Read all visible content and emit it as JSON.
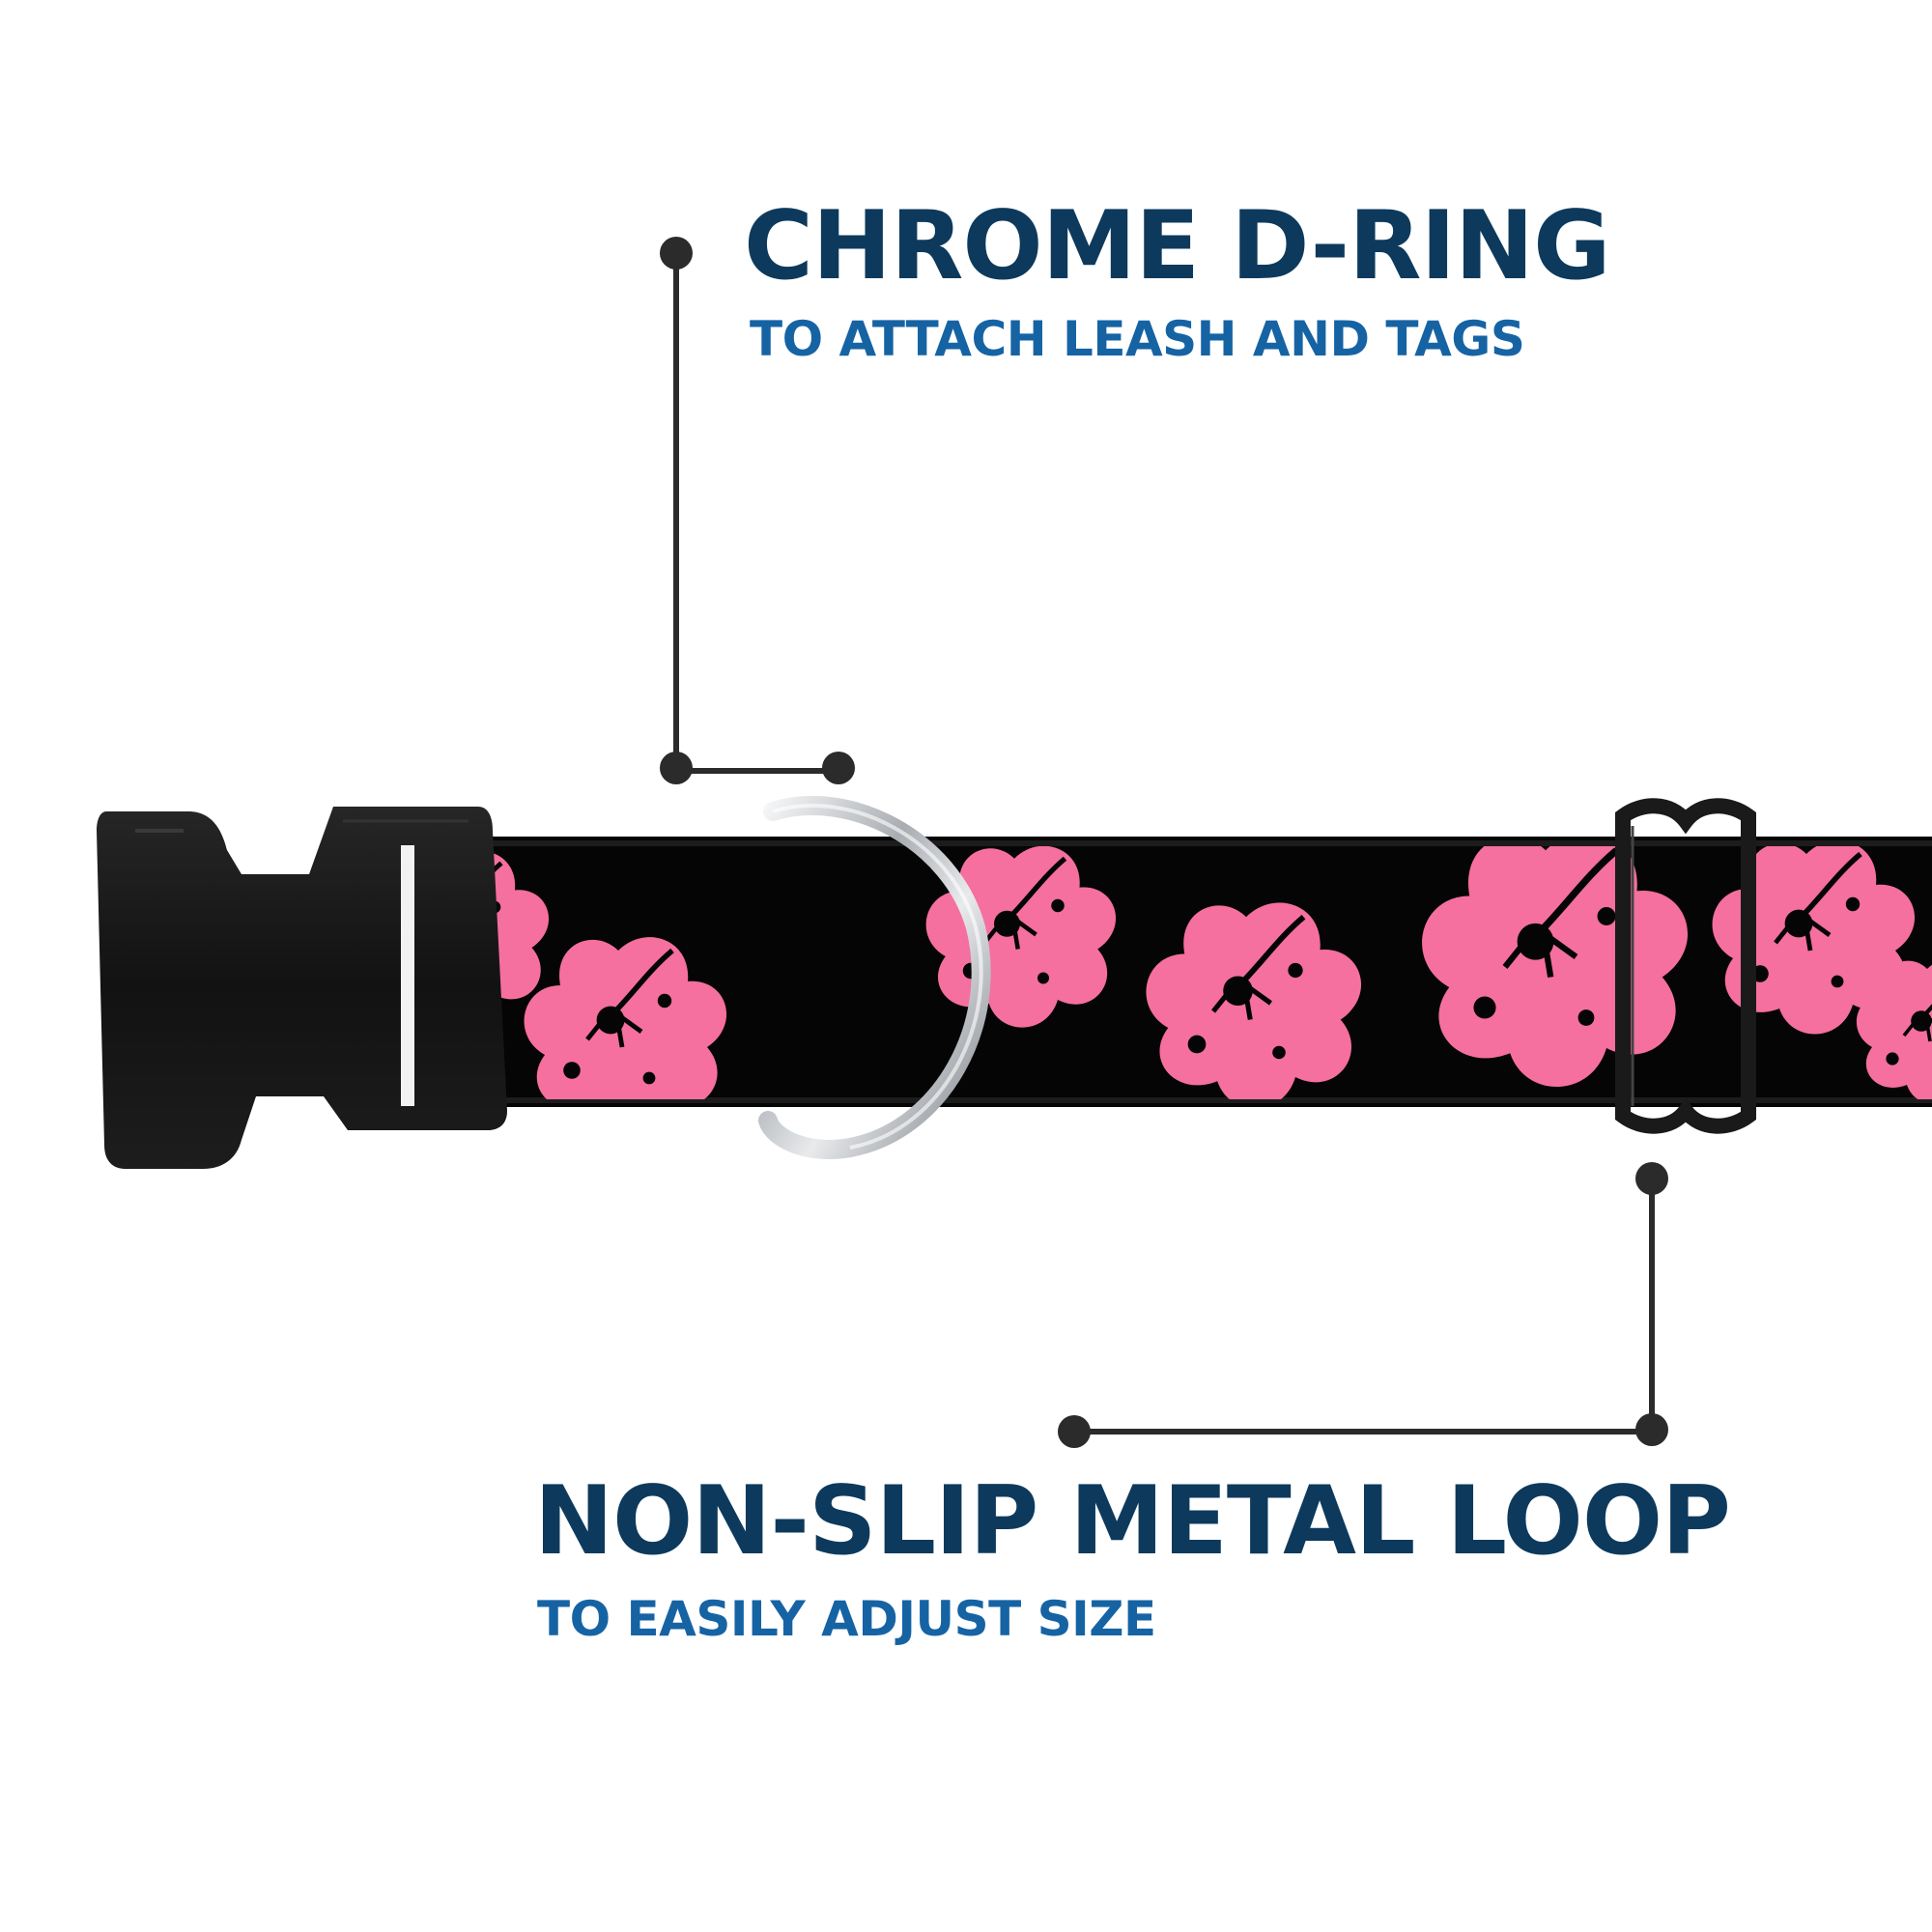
{
  "callouts": {
    "d_ring": {
      "title": "CHROME D-RING",
      "subtitle": "TO ATTACH LEASH AND TAGS"
    },
    "loop": {
      "title": "NON-SLIP METAL LOOP",
      "subtitle": "TO EASILY ADJUST SIZE"
    }
  },
  "colors": {
    "title": "#0d3a5c",
    "subtitle": "#1663a4",
    "leader_line": "#2b2b2b",
    "collar_strap": "#050505",
    "hibiscus": "#f56f9f",
    "buckle": "#141414",
    "d_ring_metal": "#c9cdd1",
    "loop_metal": "#1a1a1a"
  },
  "product": {
    "pattern": "pink hibiscus on black",
    "parts": [
      "side-release-buckle",
      "chrome-d-ring",
      "metal-loop"
    ]
  }
}
